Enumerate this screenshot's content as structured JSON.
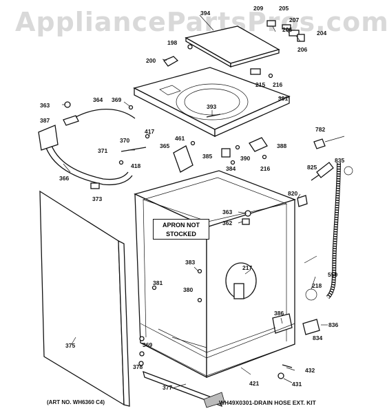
{
  "watermark": "AppliancePartsPros.com",
  "apron_note": [
    "APRON NOT",
    "STOCKED"
  ],
  "art_no": "(ART NO. WH6360 C4)",
  "footer_note": "WH49X0301-DRAIN HOSE EXT. KIT",
  "callouts": {
    "p394": "394",
    "p209": "209",
    "p205": "205",
    "p207": "207",
    "p206a": "206",
    "p204": "204",
    "p206b": "206",
    "p198": "198",
    "p200": "200",
    "p215": "215",
    "p216a": "216",
    "p391": "391",
    "p393": "393",
    "p363a": "363",
    "p364": "364",
    "p369a": "369",
    "p387": "387",
    "p417": "417",
    "p370": "370",
    "p371": "371",
    "p461": "461",
    "p365": "365",
    "p418": "418",
    "p385": "385",
    "p390": "390",
    "p388": "388",
    "p384": "384",
    "p216b": "216",
    "p782": "782",
    "p825": "825",
    "p835": "835",
    "p366": "366",
    "p373": "373",
    "p820": "820",
    "p363b": "363",
    "p362": "362",
    "p383": "383",
    "p217": "217",
    "p559": "559",
    "p381": "381",
    "p380": "380",
    "p218": "218",
    "p386": "386",
    "p836": "836",
    "p834": "834",
    "p375": "375",
    "p369b": "369",
    "p378": "378",
    "p377": "377",
    "p421": "421",
    "p432": "432",
    "p431": "431"
  }
}
